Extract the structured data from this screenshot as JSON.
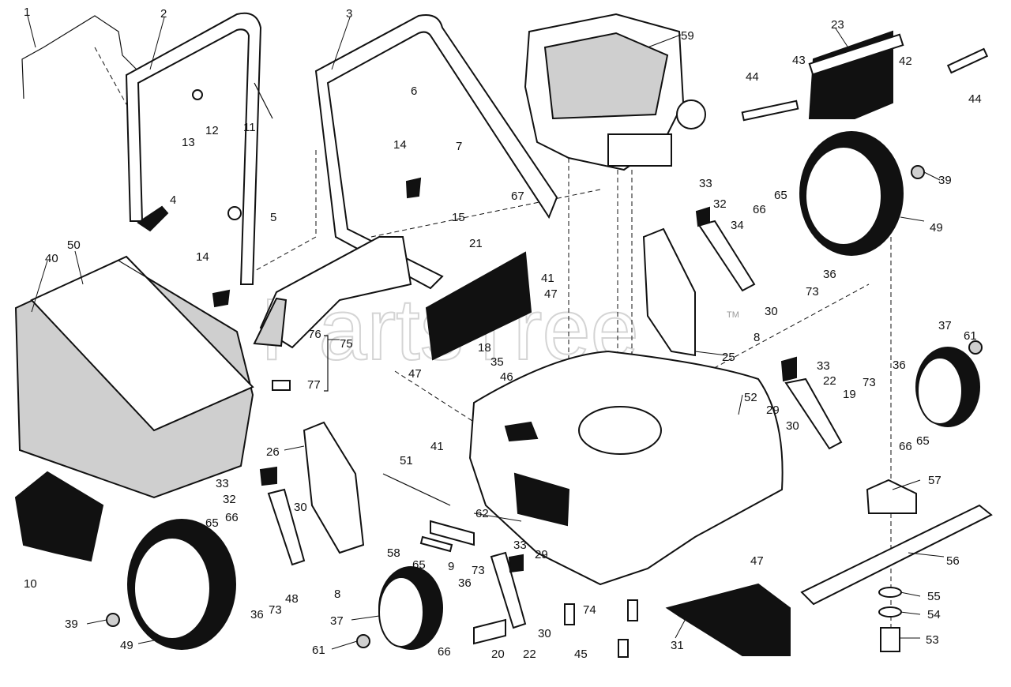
{
  "diagram": {
    "watermark": "PartsTree",
    "watermark_mark": "TM",
    "callouts": [
      {
        "id": "c1",
        "text": "1"
      },
      {
        "id": "c2",
        "text": "2"
      },
      {
        "id": "c3",
        "text": "3"
      },
      {
        "id": "c4",
        "text": "4"
      },
      {
        "id": "c5",
        "text": "5"
      },
      {
        "id": "c6",
        "text": "6"
      },
      {
        "id": "c7",
        "text": "7"
      },
      {
        "id": "c8a",
        "text": "8"
      },
      {
        "id": "c8b",
        "text": "8"
      },
      {
        "id": "c9",
        "text": "9"
      },
      {
        "id": "c10",
        "text": "10"
      },
      {
        "id": "c11",
        "text": "11"
      },
      {
        "id": "c12",
        "text": "12"
      },
      {
        "id": "c13",
        "text": "13"
      },
      {
        "id": "c14a",
        "text": "14"
      },
      {
        "id": "c14b",
        "text": "14"
      },
      {
        "id": "c15",
        "text": "15"
      },
      {
        "id": "c18",
        "text": "18"
      },
      {
        "id": "c19",
        "text": "19"
      },
      {
        "id": "c20",
        "text": "20"
      },
      {
        "id": "c21",
        "text": "21"
      },
      {
        "id": "c22a",
        "text": "22"
      },
      {
        "id": "c22b",
        "text": "22"
      },
      {
        "id": "c23",
        "text": "23"
      },
      {
        "id": "c25",
        "text": "25"
      },
      {
        "id": "c26",
        "text": "26"
      },
      {
        "id": "c29a",
        "text": "29"
      },
      {
        "id": "c29b",
        "text": "29"
      },
      {
        "id": "c30a",
        "text": "30"
      },
      {
        "id": "c30b",
        "text": "30"
      },
      {
        "id": "c30c",
        "text": "30"
      },
      {
        "id": "c30d",
        "text": "30"
      },
      {
        "id": "c31",
        "text": "31"
      },
      {
        "id": "c32a",
        "text": "32"
      },
      {
        "id": "c32b",
        "text": "32"
      },
      {
        "id": "c33a",
        "text": "33"
      },
      {
        "id": "c33b",
        "text": "33"
      },
      {
        "id": "c33c",
        "text": "33"
      },
      {
        "id": "c33d",
        "text": "33"
      },
      {
        "id": "c34",
        "text": "34"
      },
      {
        "id": "c35",
        "text": "35"
      },
      {
        "id": "c36a",
        "text": "36"
      },
      {
        "id": "c36b",
        "text": "36"
      },
      {
        "id": "c36c",
        "text": "36"
      },
      {
        "id": "c36d",
        "text": "36"
      },
      {
        "id": "c37a",
        "text": "37"
      },
      {
        "id": "c37b",
        "text": "37"
      },
      {
        "id": "c39a",
        "text": "39"
      },
      {
        "id": "c39b",
        "text": "39"
      },
      {
        "id": "c40",
        "text": "40"
      },
      {
        "id": "c41a",
        "text": "41"
      },
      {
        "id": "c41b",
        "text": "41"
      },
      {
        "id": "c42",
        "text": "42"
      },
      {
        "id": "c43",
        "text": "43"
      },
      {
        "id": "c44a",
        "text": "44"
      },
      {
        "id": "c44b",
        "text": "44"
      },
      {
        "id": "c45",
        "text": "45"
      },
      {
        "id": "c46",
        "text": "46"
      },
      {
        "id": "c47a",
        "text": "47"
      },
      {
        "id": "c47b",
        "text": "47"
      },
      {
        "id": "c47c",
        "text": "47"
      },
      {
        "id": "c48",
        "text": "48"
      },
      {
        "id": "c49a",
        "text": "49"
      },
      {
        "id": "c49b",
        "text": "49"
      },
      {
        "id": "c50",
        "text": "50"
      },
      {
        "id": "c51",
        "text": "51"
      },
      {
        "id": "c52",
        "text": "52"
      },
      {
        "id": "c53",
        "text": "53"
      },
      {
        "id": "c54",
        "text": "54"
      },
      {
        "id": "c55",
        "text": "55"
      },
      {
        "id": "c56",
        "text": "56"
      },
      {
        "id": "c57",
        "text": "57"
      },
      {
        "id": "c58",
        "text": "58"
      },
      {
        "id": "c59",
        "text": "59"
      },
      {
        "id": "c61a",
        "text": "61"
      },
      {
        "id": "c61b",
        "text": "61"
      },
      {
        "id": "c62",
        "text": "62"
      },
      {
        "id": "c65a",
        "text": "65"
      },
      {
        "id": "c65b",
        "text": "65"
      },
      {
        "id": "c65c",
        "text": "65"
      },
      {
        "id": "c65d",
        "text": "65"
      },
      {
        "id": "c66a",
        "text": "66"
      },
      {
        "id": "c66b",
        "text": "66"
      },
      {
        "id": "c66c",
        "text": "66"
      },
      {
        "id": "c66d",
        "text": "66"
      },
      {
        "id": "c67",
        "text": "67"
      },
      {
        "id": "c73a",
        "text": "73"
      },
      {
        "id": "c73b",
        "text": "73"
      },
      {
        "id": "c73c",
        "text": "73"
      },
      {
        "id": "c73d",
        "text": "73"
      },
      {
        "id": "c74",
        "text": "74"
      },
      {
        "id": "c75",
        "text": "75"
      },
      {
        "id": "c76",
        "text": "76"
      },
      {
        "id": "c77",
        "text": "77"
      }
    ]
  }
}
